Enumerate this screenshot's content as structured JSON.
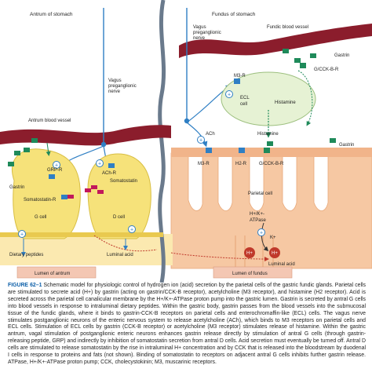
{
  "labels": {
    "antrum_title": "Antrum of stomach",
    "fundus_title": "Fundus of stomach",
    "vagus_left": [
      "Vagus",
      "preganglionic",
      "nerve"
    ],
    "vagus_right": [
      "Vagus",
      "preganglionic",
      "nerve"
    ],
    "fundic_vessel": "Fundic blood  vessel",
    "antrum_vessel": "Antrum blood vessel",
    "gastrin_top": "Gastrin",
    "gcckb_top": "G/CCK-B-R",
    "m3r_ecl": "M3-R",
    "ecl_cell": [
      "ECL",
      "cell"
    ],
    "histamine_ecl": "Histamine",
    "ach": "ACh",
    "histamine_mid": "Histamine",
    "gastrin_right": "Gastrin",
    "m3r_parietal": "M3-R",
    "h2r": "H2-R",
    "gcckb_parietal": "G/CCK-B-R",
    "parietal_cell": "Parietal cell",
    "hk_atpase": [
      "H+/K+-",
      "ATPase"
    ],
    "k_plus": "K+",
    "h_plus": "H+",
    "luminal_acid_right": "Luminal acid",
    "lumen_fundus": "Lumen of fundus",
    "grp_r": "GRP-R",
    "gastrin_left": "Gastrin",
    "somatostatin_r": "Somatostatin-R",
    "g_cell": "G cell",
    "ach_r": "ACh-R",
    "somatostatin": "Somatostatin",
    "d_cell": "D cell",
    "dietary_peptides": "Dietary peptides",
    "luminal_acid_left": "Luminal acid",
    "lumen_antrum": "Lumen of antrum",
    "plus": "+",
    "minus": "−"
  },
  "caption": {
    "figure_label": "FIGURE 62–1",
    "text": "  Schematic model for physiologic control of hydrogen ion (acid) secretion by the parietal cells of the gastric fundic glands. Parietal cells are stimulated to secrete acid (H+) by gastrin (acting on gastrin/CCK-B receptor), acetylcholine (M3 receptor), and histamine (H2 receptor). Acid is secreted across the parietal cell canalicular membrane by the H+/K+-ATPase proton pump into the gastric lumen. Gastrin is secreted by antral G cells into blood vessels in response to intraluminal dietary peptides. Within the gastric body, gastrin passes from the blood vessels into the submucosal tissue of the fundic glands, where it binds to gastrin-CCK-B receptors on parietal cells and enterochromaffin-like (ECL) cells. The vagus nerve stimulates postganglionic neurons of the enteric nervous system to release acetylcholine (ACh), which binds to M3 receptors on parietal cells and ECL cells. Stimulation of ECL cells by gastrin (CCK-B receptor) or acetylcholine (M3 receptor) stimulates release of histamine. Within the gastric antrum, vagal stimulation of postganglionic enteric neurons enhances gastrin release directly by stimulation of antral G cells (through gastrin-releasing peptide, GRP) and indirectly by inhibition of somatostatin secretion from antral D cells. Acid secretion must eventually be turned off. Antral D cells are stimulated to release somatostatin by the rise in intraluminal H+ concentration and by CCK that is released into the bloodstream by duodenal I cells in response to proteins and fats (not shown). Binding of somatostatin to receptors on adjacent antral G cells inhibits further gastrin release. ATPase, H+/K+-ATPase proton pump; CCK, cholecystokinin; M3, muscarinic receptors."
  },
  "colors": {
    "vessel": "#8b1d2c",
    "cell_fill": "#f6e27a",
    "parietal_fill": "#f6c8a3",
    "ecl_fill": "#e6f2d4",
    "lumen_box": "#f4c7b3",
    "nerve": "#2f7fc4",
    "gastrin_green": "#1f8a5a",
    "somatostatin_pink": "#c2185b"
  }
}
